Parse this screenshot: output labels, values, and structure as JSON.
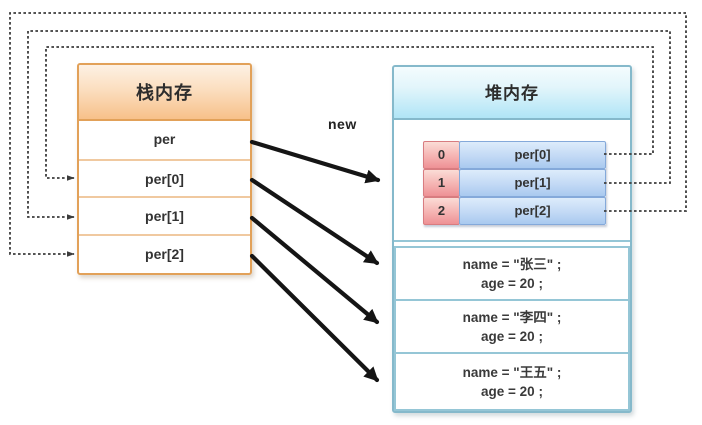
{
  "diagram": {
    "new_label": "new",
    "stack": {
      "title": "栈内存",
      "rows": [
        {
          "label": "per"
        },
        {
          "label": "per[0]"
        },
        {
          "label": "per[1]"
        },
        {
          "label": "per[2]"
        }
      ]
    },
    "heap": {
      "title": "堆内存",
      "array_cells": [
        {
          "index": "0",
          "label": "per[0]"
        },
        {
          "index": "1",
          "label": "per[1]"
        },
        {
          "index": "2",
          "label": "per[2]"
        }
      ],
      "objects": [
        {
          "line1": "name = \"张三\" ;",
          "line2": "age = 20 ;"
        },
        {
          "line1": "name = \"李四\" ;",
          "line2": "age = 20 ;"
        },
        {
          "line1": "name = \"王五\" ;",
          "line2": "age = 20 ;"
        }
      ]
    },
    "colors": {
      "stack_border": "#e2a159",
      "stack_header_gradient_top": "#fdf1e4",
      "stack_header_gradient_bottom": "#f7c18a",
      "heap_border": "#85b9cb",
      "heap_header_gradient_top": "#f4fcfe",
      "heap_header_gradient_bottom": "#b0e5f6",
      "array_index_fill_top": "#fbdcd6",
      "array_index_fill_bottom": "#ee9195",
      "array_index_border": "#d87c80",
      "array_value_fill_top": "#ddecfb",
      "array_value_fill_bottom": "#a9c9ef",
      "array_value_border": "#84a9da",
      "solid_arrow": "#151515",
      "dashed_line": "#3c3c3c"
    }
  }
}
